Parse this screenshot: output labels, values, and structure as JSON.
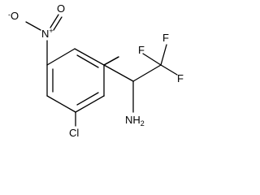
{
  "molecule": {
    "atoms": {
      "nitro_o_minus": {
        "symbol": "O",
        "charge": "-"
      },
      "nitro_o_double": {
        "symbol": "O"
      },
      "nitro_n": {
        "symbol": "N",
        "charge": "+"
      },
      "fluorine_1": {
        "symbol": "F"
      },
      "fluorine_2": {
        "symbol": "F"
      },
      "fluorine_3": {
        "symbol": "F"
      },
      "amine": {
        "symbol": "NH",
        "subscript": "2"
      },
      "chlorine": {
        "symbol": "Cl"
      }
    },
    "colors": {
      "bond": "#000000",
      "label": "#000000",
      "background": "#ffffff"
    }
  }
}
